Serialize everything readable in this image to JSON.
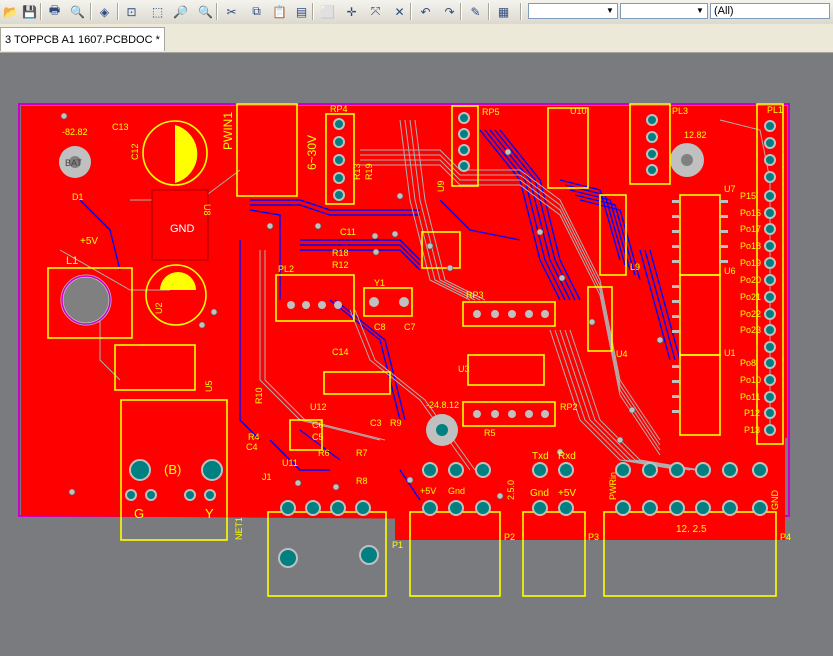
{
  "toolbar": {
    "buttons": [
      {
        "name": "open-folder-icon"
      },
      {
        "name": "save-icon"
      },
      {
        "name": "print-icon"
      },
      {
        "name": "print-preview-icon"
      },
      {
        "name": "layer-stack-icon"
      },
      {
        "name": "zoom-fit-icon"
      },
      {
        "name": "zoom-area-icon"
      },
      {
        "name": "zoom-in-icon"
      },
      {
        "name": "zoom-out-icon"
      },
      {
        "name": "cut-icon"
      },
      {
        "name": "copy-icon"
      },
      {
        "name": "paste-icon"
      },
      {
        "name": "rubber-stamp-icon"
      },
      {
        "name": "select-rect-icon"
      },
      {
        "name": "move-cross-icon"
      },
      {
        "name": "move-selection-icon"
      },
      {
        "name": "deselect-icon"
      },
      {
        "name": "undo-icon"
      },
      {
        "name": "redo-icon"
      },
      {
        "name": "wand-icon"
      },
      {
        "name": "browse-icon"
      }
    ],
    "dropdown_3_value": "(All)"
  },
  "document_tab": {
    "label": "3 TOPPCB A1 1607.PCBDOC *"
  },
  "board": {
    "labels": {
      "rp4": "RP4",
      "rp5": "RP5",
      "u10": "U10",
      "pl3": "PL3",
      "u8": "U8",
      "u7": "U7",
      "u6": "U6",
      "u5": "U5",
      "u4": "U4",
      "u1": "U1",
      "u2": "U2",
      "u3": "U3",
      "pl1": "PL1",
      "pl2": "PL2",
      "rp2": "RP2",
      "rp3": "RP3",
      "y1": "Y1",
      "d1": "D1",
      "l1": "L1",
      "bat": "BAT",
      "gnd_u9": "GND",
      "pwin": "PWIN1",
      "volt_label": "6~30V",
      "c13": "C13",
      "c14": "C14",
      "c11": "C11",
      "c12": "C12",
      "c6": "C6",
      "c5": "C5",
      "c3": "C3",
      "c4": "C4",
      "c7": "C7",
      "c8": "C8",
      "r18": "R18",
      "r19": "R19",
      "r12": "R12",
      "r13": "R13",
      "r9": "R9",
      "r6": "R6",
      "r7": "R7",
      "r8": "R8",
      "r5": "R5",
      "r4": "R4",
      "r10": "R10",
      "l9": "L9",
      "plus5v": "+5V",
      "neg": "-82.82",
      "v_24": "-24.8.12",
      "v_12": "12.82",
      "g": "G",
      "y": "Y",
      "b": "(B)",
      "net1": "NET1",
      "p1": "P1",
      "p2": "P2",
      "p3": "P3",
      "p4": "P4",
      "txd": "Txd",
      "rxd": "Rxd",
      "gnd1": "Gnd",
      "p5v": "+5V",
      "gnd2": "Gnd",
      "p5v2": "+5V",
      "v25": "2.5.0",
      "pwr": "PWRin",
      "gnd3": "GND",
      "v125": "12. 2.5",
      "p15": "P15",
      "p16": "Po16",
      "p17": "Po17",
      "p18": "Po18",
      "p19": "Po19",
      "p20": "Po20",
      "p21": "Po21",
      "p22": "Po22",
      "p23": "Po23",
      "p8": "Po8",
      "p10": "Po10",
      "p11": "Po11",
      "p12": "P12",
      "p13": "P13",
      "u9": "U9",
      "j1": "J1",
      "u11": "U11",
      "u12": "U12"
    },
    "colors": {
      "copper": "#ff0000",
      "silk": "#ffff00",
      "bottom": "#0000ff",
      "pad": "#c0c0c0",
      "outline": "#cc00cc",
      "via": "#008080"
    }
  }
}
